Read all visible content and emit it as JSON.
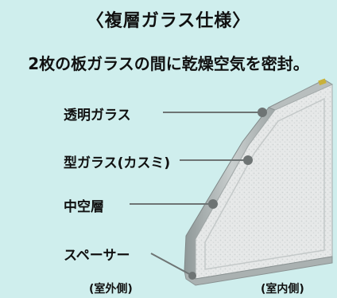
{
  "title": "〈複層ガラス仕様〉",
  "subtitle": "2枚の板ガラスの間に乾燥空気を密封。",
  "labels": {
    "clear_glass": "透明ガラス",
    "patterned_glass": "型ガラス(カスミ)",
    "hollow_layer": "中空層",
    "spacer": "スペーサー"
  },
  "sides": {
    "outdoor": "(室外側)",
    "indoor": "(室内側)"
  },
  "colors": {
    "background": "#cfeeed",
    "glass_face": "#e4e6e6",
    "glass_edge": "#9ea6a6",
    "pointer": "#6e7474"
  }
}
